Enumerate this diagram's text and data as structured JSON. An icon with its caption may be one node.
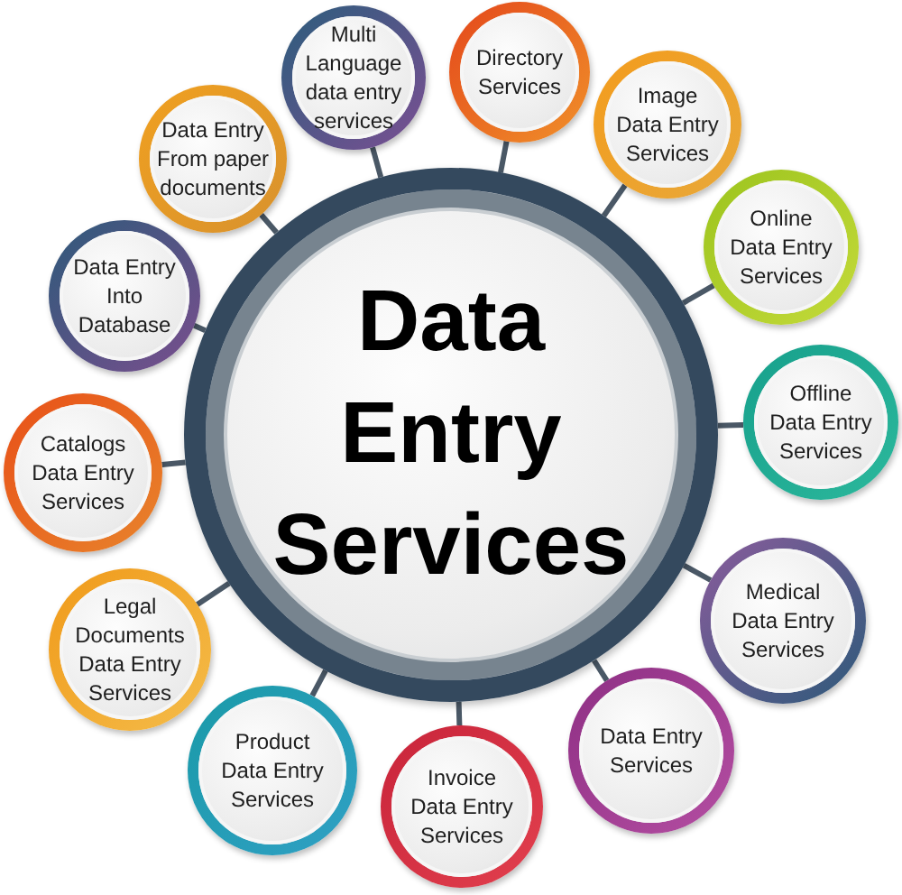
{
  "diagram": {
    "nodes": [
      {
        "text": [
          "Data Entry Services"
        ]
      },
      {
        "text": [
          "Multi Language data entry services"
        ]
      },
      {
        "text": [
          "Directory Services"
        ]
      },
      {
        "text": [
          "Image Data Entry Services"
        ]
      },
      {
        "text": [
          "Online Data Entry Services"
        ]
      },
      {
        "text": [
          "Offline Data Entry Services"
        ]
      },
      {
        "text": [
          "Medical Data Entry Services"
        ]
      },
      {
        "text": [
          "Data Entry Services"
        ]
      },
      {
        "text": [
          "Invoice Data Entry Services"
        ]
      },
      {
        "text": [
          "Product Data Entry Services"
        ]
      },
      {
        "text": [
          "Legal Documents Data Entry Services"
        ]
      },
      {
        "text": [
          "Catalogs Data Entry Services"
        ]
      },
      {
        "text": [
          "Data Entry Into Database"
        ]
      },
      {
        "text": [
          "Data Entry From paper documents"
        ]
      }
    ],
    "edges": [
      {
        "from": 0,
        "to": 1,
        "arrow": "none"
      },
      {
        "from": 0,
        "to": 2,
        "arrow": "none"
      },
      {
        "from": 0,
        "to": 3,
        "arrow": "none"
      },
      {
        "from": 0,
        "to": 4,
        "arrow": "none"
      },
      {
        "from": 0,
        "to": 5,
        "arrow": "none"
      },
      {
        "from": 0,
        "to": 6,
        "arrow": "none"
      },
      {
        "from": 0,
        "to": 7,
        "arrow": "none"
      },
      {
        "from": 0,
        "to": 8,
        "arrow": "none"
      },
      {
        "from": 0,
        "to": 9,
        "arrow": "none"
      },
      {
        "from": 0,
        "to": 10,
        "arrow": "none"
      },
      {
        "from": 0,
        "to": 11,
        "arrow": "none"
      },
      {
        "from": 0,
        "to": 12,
        "arrow": "none"
      },
      {
        "from": 0,
        "to": 13,
        "arrow": "none"
      }
    ]
  }
}
